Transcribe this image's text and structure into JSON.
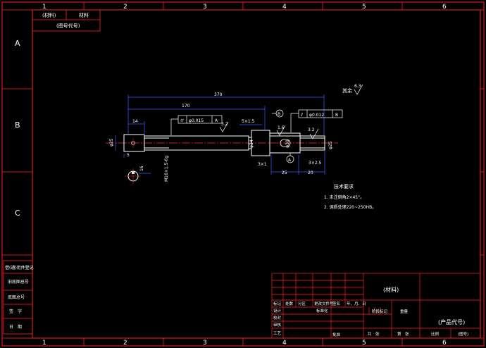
{
  "colors": {
    "background": "#000000",
    "frame": "#ff2020",
    "geometry": "#ffffff",
    "dimension": "#3a5bff",
    "center": "#ff3030",
    "text": "#ffffff"
  },
  "border": {
    "columns": [
      "1",
      "2",
      "3",
      "4",
      "5",
      "6"
    ],
    "rows": [
      "A",
      "B",
      "C"
    ]
  },
  "top_tag": {
    "cells": [
      "(材料)",
      "材料"
    ],
    "sub": "(图号代号)"
  },
  "left_tab": [
    "借(通)用件登记",
    "旧底图总号",
    "底图总号",
    "签　字",
    "日　期"
  ],
  "dims": {
    "overall": "370",
    "sub": "170",
    "left_end": "14",
    "left_small": "5",
    "dia_left": "φ25",
    "thread": "M16×1.5-6g",
    "groove1": "5×1.5",
    "chamfer1": "3×1",
    "dia_mid": "φ34",
    "dia_r1": "φ30",
    "dia_r2": "φ25",
    "len25": "25",
    "len20": "20",
    "chamfer2": "3×2.5",
    "section": "16",
    "rough1": "3.2",
    "rough2": "1.6",
    "rough3": "3.2",
    "rough_rest": "其余",
    "rough_rest_val": "6.3"
  },
  "tolerance1": {
    "symbol": "⌭",
    "value": "φ0.015",
    "datum": "A"
  },
  "tolerance2": {
    "symbol": "⫽",
    "value": "φ0.012",
    "datum": "B"
  },
  "datum_b": "B",
  "datum_a": "A",
  "tech": {
    "title": "技术要求",
    "items": [
      "1. 未注倒角2×45°。",
      "2. 调质处理220~250HB。"
    ]
  },
  "title_block": {
    "material": "(材料)",
    "part_code": "(产品代号)",
    "weight": "重量",
    "ratio": "比例",
    "rows": [
      "标记",
      "设计",
      "校对",
      "审核",
      "工艺"
    ],
    "cols": [
      "处数",
      "分区",
      "更改文件号",
      "签名",
      "年、月、日"
    ],
    "standard": "标准化",
    "approve": "批准",
    "stage": "阶段标记",
    "sheet_total": "共　张",
    "sheet_no": "第　张",
    "drawing_no": "(图号)"
  }
}
